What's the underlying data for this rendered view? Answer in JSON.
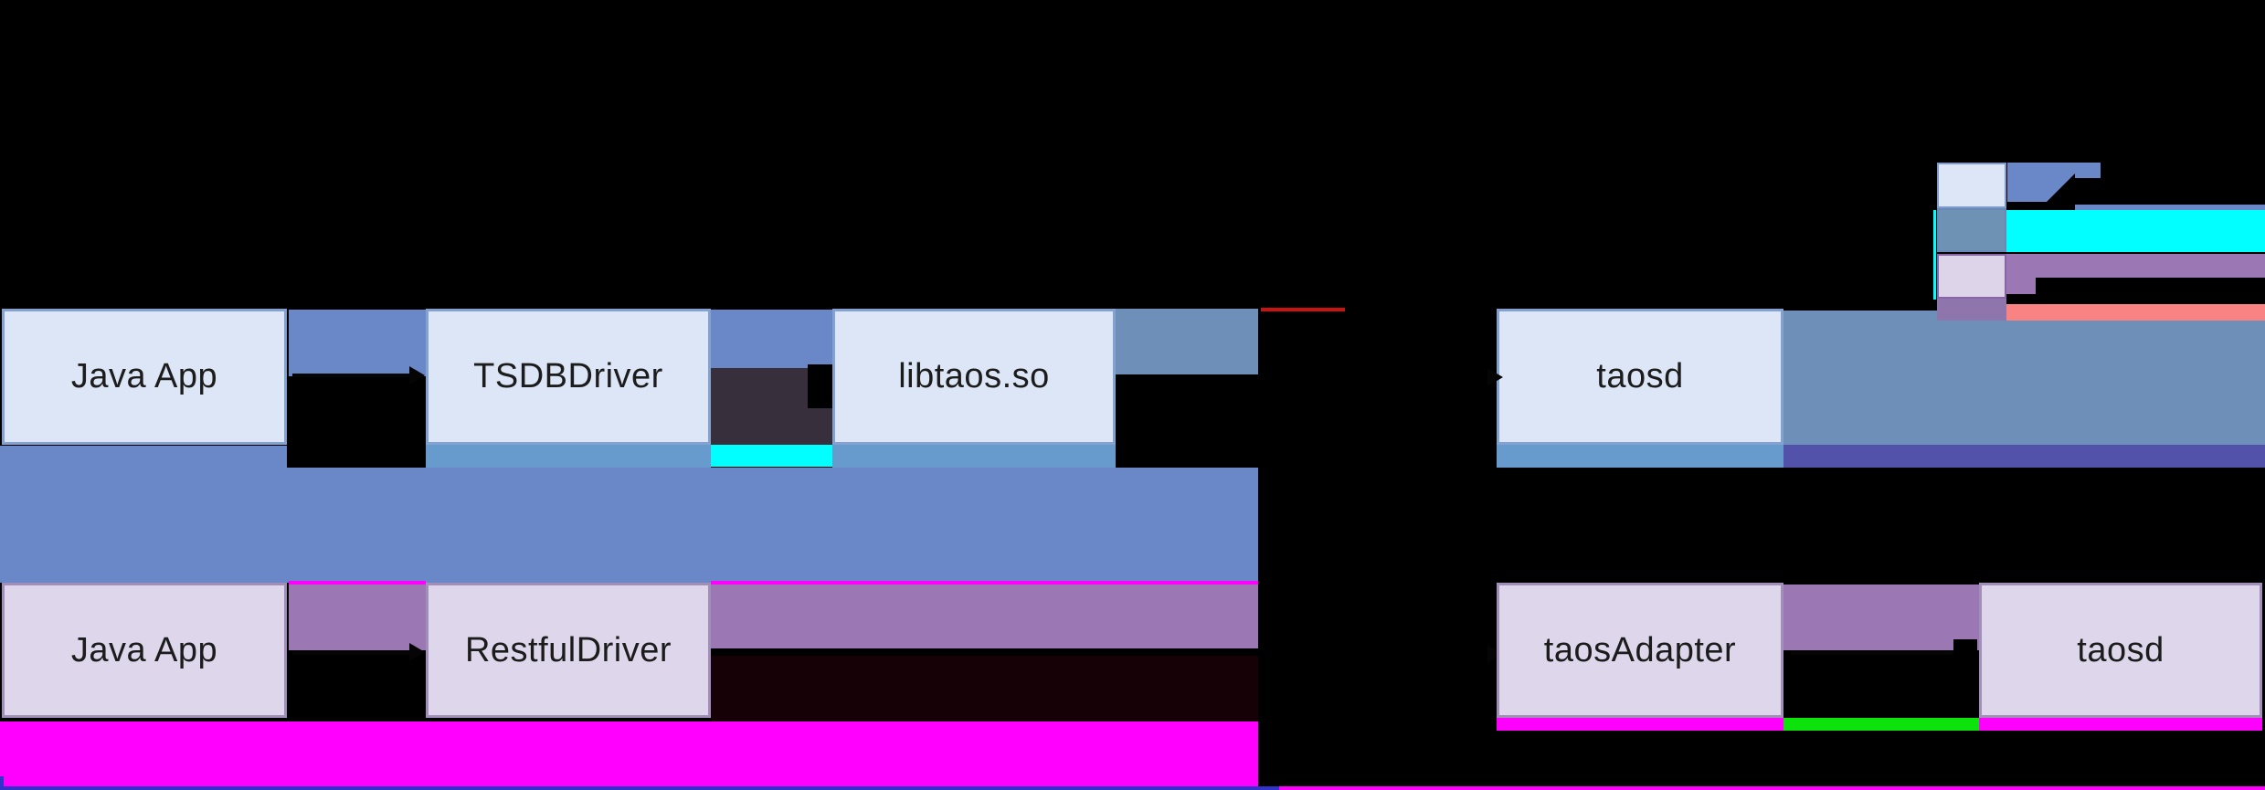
{
  "diagram": {
    "jni_flow": {
      "app": "Java App",
      "driver": "TSDBDriver",
      "lib": "libtaos.so",
      "server": "taosd"
    },
    "rest_flow": {
      "app": "Java App",
      "driver": "RestfulDriver",
      "adapter": "taosAdapter",
      "server": "taosd"
    },
    "legend": {
      "items": [
        {
          "swatch_fill": "#dce6f6",
          "swatch_border": "#7e9bca",
          "band_color": "#6a88c8"
        },
        {
          "swatch_fill": "#6e92b4",
          "swatch_border": "#6888b8",
          "band_color": "#00fffe"
        },
        {
          "swatch_fill": "#ded4ea",
          "swatch_border": "#8a63a8",
          "band_color": "#9b77b4"
        },
        {
          "swatch_fill": "#8e76ad",
          "swatch_border": "#8e76ad",
          "band_color": "#f98383"
        }
      ]
    },
    "colors": {
      "background": "#000000",
      "box_blue_fill": "#dce6f6",
      "box_blue_border": "#84a2cf",
      "box_lavender_fill": "#ded7eb",
      "box_lavender_border": "#a18fba",
      "blue_band": "#6a88c8",
      "steel_region": "#6d8fb8",
      "steel_strip": "#689bcd",
      "indigo_strip": "#5252aa",
      "purple_band": "#9b77b4",
      "dark_plum": "#382f3c",
      "magenta": "#ff00fe",
      "cyan": "#00fffe",
      "green": "#0ce20c",
      "red_strip": "#ea0000",
      "red_line": "#cc1111",
      "salmon": "#f98383",
      "bottom_blue_line": "#3333cc"
    }
  }
}
